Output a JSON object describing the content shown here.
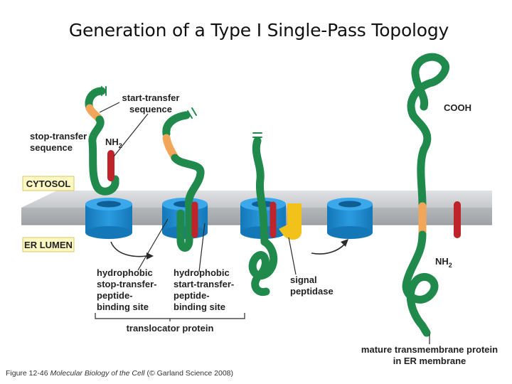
{
  "title": "Generation of a Type I Single-Pass Topology",
  "labels": {
    "start_transfer_line1": "start-transfer",
    "start_transfer_line2": "sequence",
    "stop_transfer_line1": "stop-transfer",
    "stop_transfer_line2": "sequence",
    "nh2_top": "NH",
    "nh2_bottom": "NH",
    "subscript_2": "2",
    "cooh": "COOH",
    "cytosol": "CYTOSOL",
    "er_lumen": "ER LUMEN",
    "hydrophobic_stop": [
      "hydrophobic",
      "stop-transfer-",
      "peptide-",
      "binding site"
    ],
    "hydrophobic_start": [
      "hydrophobic",
      "start-transfer-",
      "peptide-",
      "binding site"
    ],
    "signal_peptidase": [
      "signal",
      "peptidase"
    ],
    "translocator": "translocator protein",
    "mature_protein": [
      "mature transmembrane protein",
      "in ER membrane"
    ]
  },
  "caption": {
    "prefix": "Figure 12-46 ",
    "book": "Molecular Biology of the Cell",
    "suffix": " (© Garland Science 2008)"
  },
  "colors": {
    "chain": "#1f8a4c",
    "start_transfer_segment": "#f2a65a",
    "stop_transfer_segment": "#c0242b",
    "translocator": "#1f8fd0",
    "signal_peptidase": "#f2c21b",
    "membrane": "#b9bcbf"
  }
}
